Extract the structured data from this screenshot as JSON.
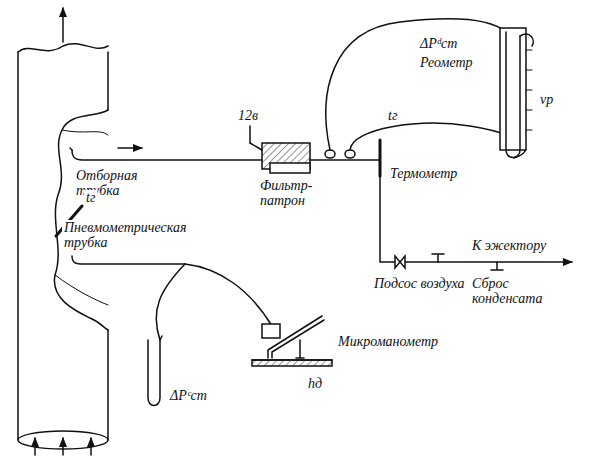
{
  "diagram": {
    "labels": [
      "12в",
      "ΔPᵈст",
      "Реометр",
      "vр",
      "tг",
      "Фильтр-патрон",
      "Термометр",
      "Отборная трубка",
      "tг",
      "Пневмометрическая трубка",
      "Микроманометр",
      "hд",
      "ΔPᶜст",
      "К эжектору",
      "Подсос воздуха",
      "Сброс конденсата"
    ]
  }
}
